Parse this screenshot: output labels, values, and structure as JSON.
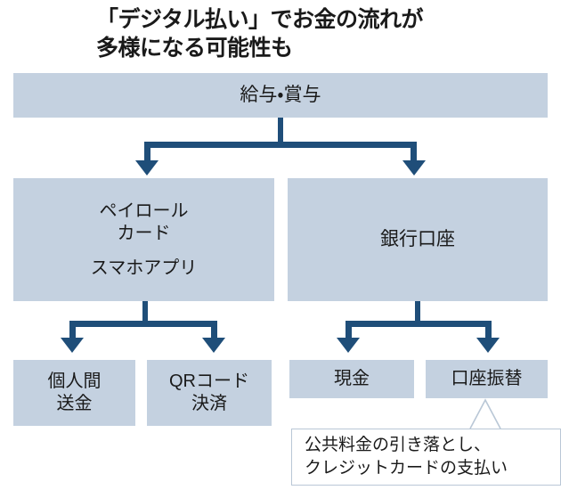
{
  "title": "「デジタル払い」でお金の流れが\n多様になる可能性も",
  "nodes": {
    "salary": {
      "label": "給与・賞与"
    },
    "payroll": {
      "label_line1": "ペイロール",
      "label_line2": "カード",
      "label_line3": "スマホアプリ"
    },
    "bank": {
      "label": "銀行口座"
    },
    "p2p": {
      "label_line1": "個人間",
      "label_line2": "送金"
    },
    "qr": {
      "label_line1": "QRコード",
      "label_line2": "決済"
    },
    "cash": {
      "label": "現金"
    },
    "debit": {
      "label": "口座振替"
    }
  },
  "callout": {
    "line1": "公共料金の引き落とし、",
    "line2": "クレジットカードの支払い"
  },
  "colors": {
    "box_fill": "#c4d1e0",
    "connector": "#1f4e79",
    "callout_border": "#b9c7d6",
    "text": "#1a1a1a",
    "background": "#ffffff"
  },
  "chart_data": {
    "type": "diagram",
    "title": "「デジタル払い」でお金の流れが多様になる可能性も",
    "diagram_kind": "flowchart",
    "nodes": [
      {
        "id": "salary",
        "label": "給与・賞与",
        "tier": 0
      },
      {
        "id": "payroll",
        "label": "ペイロールカード / スマホアプリ",
        "tier": 1
      },
      {
        "id": "bank",
        "label": "銀行口座",
        "tier": 1
      },
      {
        "id": "p2p",
        "label": "個人間送金",
        "tier": 2
      },
      {
        "id": "qr",
        "label": "QRコード決済",
        "tier": 2
      },
      {
        "id": "cash",
        "label": "現金",
        "tier": 2
      },
      {
        "id": "debit",
        "label": "口座振替",
        "tier": 2
      }
    ],
    "edges": [
      {
        "from": "salary",
        "to": "payroll"
      },
      {
        "from": "salary",
        "to": "bank"
      },
      {
        "from": "payroll",
        "to": "p2p"
      },
      {
        "from": "payroll",
        "to": "qr"
      },
      {
        "from": "bank",
        "to": "cash"
      },
      {
        "from": "bank",
        "to": "debit"
      }
    ],
    "annotations": [
      {
        "attached_to": "debit",
        "text": "公共料金の引き落とし、クレジットカードの支払い"
      }
    ]
  }
}
